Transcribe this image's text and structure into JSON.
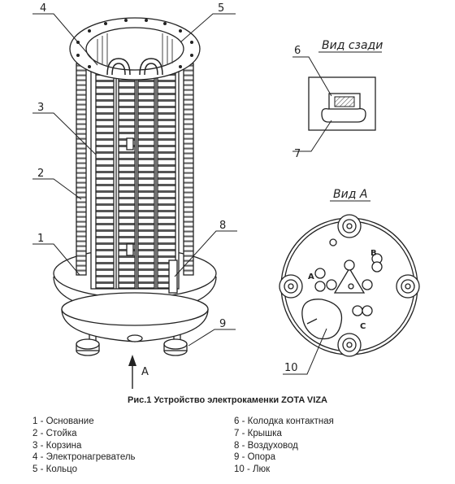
{
  "callouts": {
    "n1": "1",
    "n2": "2",
    "n3": "3",
    "n4": "4",
    "n5": "5",
    "n6": "6",
    "n7": "7",
    "n8": "8",
    "n9": "9",
    "n10": "10"
  },
  "view_rear": "Вид сзади",
  "view_a": "Вид А",
  "arrow_a": "А",
  "terminals": {
    "a": "A",
    "b": "B",
    "c": "C"
  },
  "caption": "Рис.1 Устройство электрокаменки ZOTA VIZA",
  "legend_left": [
    "1 - Основание",
    "2 - Стойка",
    "3 - Корзина",
    "4 - Электронагреватель",
    "5 - Кольцо"
  ],
  "legend_right": [
    "6 - Колодка контактная",
    "7 - Крышка",
    "8 - Воздуховод",
    "9 - Опора",
    "10 - Люк"
  ]
}
